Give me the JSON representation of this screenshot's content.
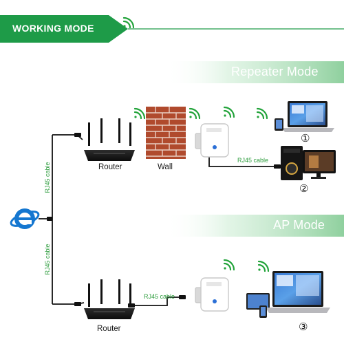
{
  "header": {
    "title": "WORKING MODE"
  },
  "modes": {
    "repeater": {
      "title": "Repeater Mode"
    },
    "ap": {
      "title": "AP Mode"
    }
  },
  "labels": {
    "router_top": "Router",
    "wall": "Wall",
    "router_bottom": "Router"
  },
  "cables": {
    "left_top": "RJ45 cable",
    "left_bottom": "RJ45 cable",
    "repeater_pc": "RJ45 cable",
    "ap_router": "RJ45 cable"
  },
  "markers": {
    "one": "①",
    "two": "②",
    "three": "③"
  },
  "icons": [
    "wifi-icon",
    "internet-explorer-icon",
    "router-icon",
    "brick-wall-icon",
    "repeater-device-icon",
    "laptop-icon",
    "desktop-pc-icon",
    "phone-icon",
    "tablet-icon"
  ],
  "colors": {
    "brand_green": "#1e9b48",
    "mode_band": "#9fd6ab",
    "cable_text": "#2e9d3e",
    "wifi_green": "#22a33a",
    "ie_blue": "#1577d0"
  }
}
